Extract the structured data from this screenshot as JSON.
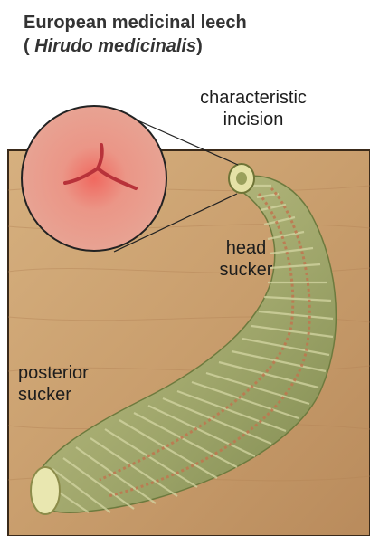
{
  "title": {
    "line1": "European medicinal leech",
    "sci_open": "(",
    "sci_name": "Hirudo medicinalis",
    "sci_close": ")"
  },
  "labels": {
    "incision": [
      "characteristic",
      "incision"
    ],
    "head_sucker": [
      "head",
      "sucker"
    ],
    "posterior_sucker": [
      "posterior",
      "sucker"
    ]
  },
  "colors": {
    "background_wood": "#c99e6d",
    "leech_body": "#a5ad73",
    "leech_stripe": "#c0764f",
    "magnifier_fill": "#e58d82"
  }
}
